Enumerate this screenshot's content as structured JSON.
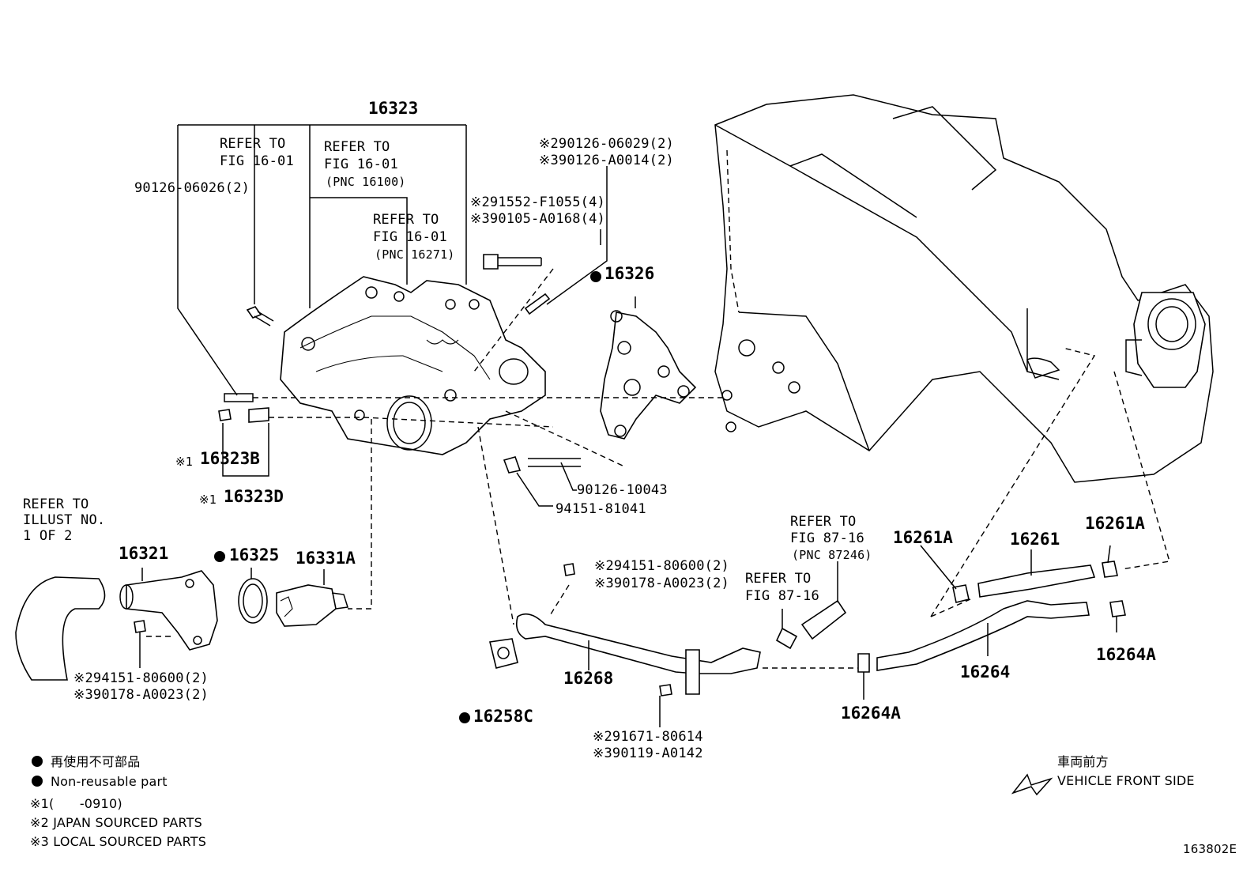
{
  "labels": {
    "main_part": "16323",
    "refer_a1": "REFER TO",
    "refer_a2": "FIG 16-01",
    "refer_b1": "REFER TO",
    "refer_b2": "FIG 16-01",
    "refer_b3": "(PNC 16100)",
    "refer_c1": "REFER TO",
    "refer_c2": "FIG 16-01",
    "refer_c3": "(PNC 16271)",
    "bolt_left": "90126-06026(2)",
    "bolt_top_1": "※290126-06029(2)",
    "bolt_top_2": "※390126-A0014(2)",
    "stud_1": "※291552-F1055(4)",
    "stud_2": "※390105-A0168(4)",
    "gasket_16326": "16326",
    "p16323b": "16323B",
    "p16323b_mark": "※1",
    "p16323d": "16323D",
    "p16323d_mark": "※1",
    "stud_90126": "90126-10043",
    "nut_94151": "94151-81041",
    "refer_illust1": "REFER TO",
    "refer_illust2": "ILLUST NO.",
    "refer_illust3": "1 OF 2",
    "p16321": "16321",
    "p16325": "16325",
    "p16331a": "16331A",
    "nut_left_1": "※294151-80600(2)",
    "nut_left_2": "※390178-A0023(2)",
    "nut_mid_1": "※294151-80600(2)",
    "nut_mid_2": "※390178-A0023(2)",
    "refer_87_1": "REFER TO",
    "refer_87_2": "FIG 87-16",
    "refer_87_3": "(PNC 87246)",
    "refer_87b_1": "REFER TO",
    "refer_87b_2": "FIG 87-16",
    "p16268": "16268",
    "p16258c": "16258C",
    "bolt_bot_1": "※291671-80614",
    "bolt_bot_2": "※390119-A0142",
    "p16264a_bot": "16264A",
    "p16264": "16264",
    "p16264a_right": "16264A",
    "p16261a_left": "16261A",
    "p16261": "16261",
    "p16261a_right": "16261A"
  },
  "legend": {
    "non_reusable_jp": "再使用不可部品",
    "non_reusable_en": "Non-reusable part",
    "note1": "※1(　　-0910)",
    "note2": "※2 JAPAN SOURCED PARTS",
    "note3": "※3 LOCAL SOURCED PARTS"
  },
  "direction": {
    "jp": "車両前方",
    "en": "VEHICLE FRONT SIDE"
  },
  "figure_id": "163802E"
}
